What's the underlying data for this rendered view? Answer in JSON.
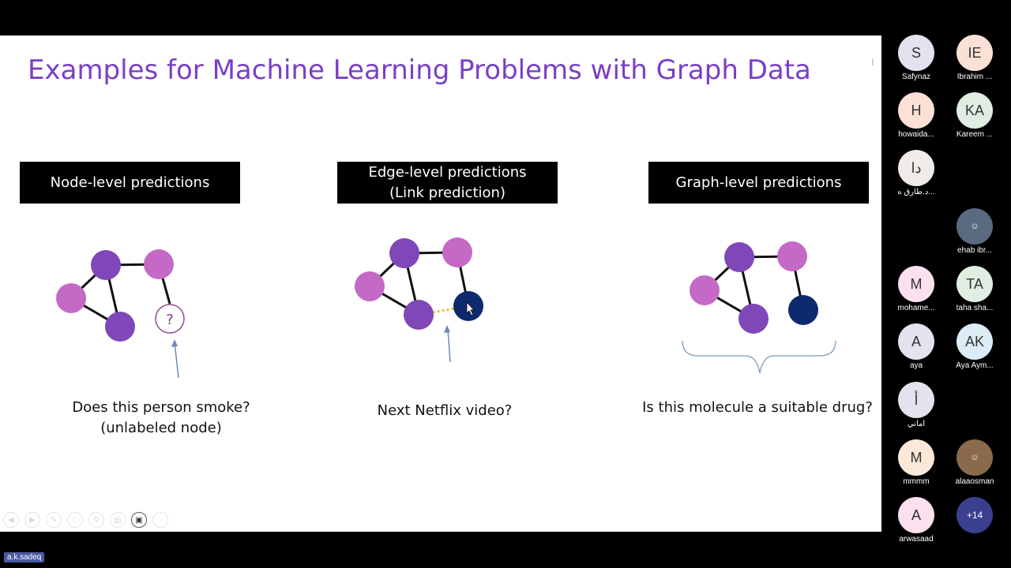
{
  "slide": {
    "title": "Examples for Machine Learning Problems with Graph Data",
    "panels": [
      {
        "header_lines": [
          "Node-level predictions"
        ],
        "caption_lines": [
          "Does this person smoke?",
          "(unlabeled node)"
        ]
      },
      {
        "header_lines": [
          "Edge-level predictions",
          "(Link prediction)"
        ],
        "caption_lines": [
          "Next Netflix video?"
        ]
      },
      {
        "header_lines": [
          "Graph-level predictions"
        ],
        "caption_lines": [
          "Is this molecule a suitable drug?"
        ]
      }
    ],
    "unknown_node_label": "?"
  },
  "toolbar": {
    "icons": [
      "back-icon",
      "forward-icon",
      "pen-icon",
      "copy-icon",
      "zoom-icon",
      "subtitles-icon",
      "camera-icon",
      "more-icon"
    ]
  },
  "participants": [
    {
      "initials": "S",
      "name": "Safynaz",
      "color": "#e3e3ef"
    },
    {
      "initials": "IE",
      "name": "Ibrahim ...",
      "color": "#fbe0d6"
    },
    {
      "initials": "H",
      "name": "howaida...",
      "color": "#fbe0d6"
    },
    {
      "initials": "KA",
      "name": "Kareem ...",
      "color": "#dfeee0"
    },
    {
      "initials": "دا",
      "name": "د.طارق ه...",
      "color": "#f1ece8"
    },
    {
      "initials": "",
      "name": "ehab ibr...",
      "color": "#5a6a80"
    },
    {
      "initials": "M",
      "name": "mohame...",
      "color": "#fbe0ee"
    },
    {
      "initials": "TA",
      "name": "taha sha...",
      "color": "#dfeee0"
    },
    {
      "initials": "A",
      "name": "aya",
      "color": "#e3e3ef"
    },
    {
      "initials": "AK",
      "name": "Aya Aym...",
      "color": "#dcecf4"
    },
    {
      "initials": "أ",
      "name": "أماني",
      "color": "#e3e3ef"
    },
    {
      "initials": "M",
      "name": "mmmm",
      "color": "#fbe8d8"
    },
    {
      "initials": "",
      "name": "alaaosman",
      "color": "#8a6a4a"
    },
    {
      "initials": "A",
      "name": "arwasaad",
      "color": "#fbe0ee"
    },
    {
      "initials": "+14",
      "name": "",
      "color": "#3b3f8f"
    }
  ],
  "speaker": {
    "name": "a.k.sadeq"
  },
  "colors": {
    "dark_purple": "#7f47b7",
    "light_purple": "#c469c6",
    "navy": "#0d2a6e",
    "title": "#7a3fc7"
  }
}
